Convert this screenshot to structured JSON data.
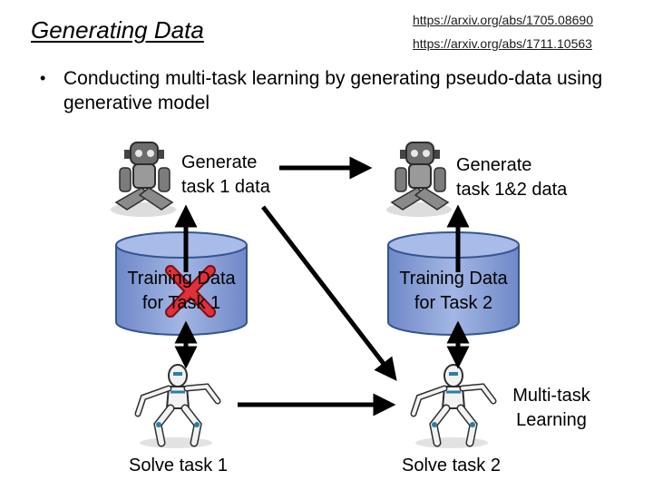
{
  "slide": {
    "title": "Generating Data",
    "links": [
      "https://arxiv.org/abs/1705.08690",
      "https://arxiv.org/abs/1711.10563"
    ],
    "bullet": "Conducting multi-task learning by generating pseudo-data using generative model",
    "generate_left": [
      "Generate",
      "task 1 data"
    ],
    "generate_right": [
      "Generate",
      "task 1&2 data"
    ],
    "db_left": [
      "Training Data",
      "for Task 1"
    ],
    "db_right": [
      "Training Data",
      "for Task 2"
    ],
    "multitask": [
      "Multi-task",
      "Learning"
    ],
    "solve_left": "Solve task 1",
    "solve_right": "Solve task 2"
  },
  "colors": {
    "database_fill": "#8fa5d9",
    "database_stroke": "#35558f",
    "cross": "#e0303a"
  },
  "icons": [
    "generator-robot-icon",
    "learner-robot-icon",
    "database-icon",
    "cross-icon"
  ]
}
